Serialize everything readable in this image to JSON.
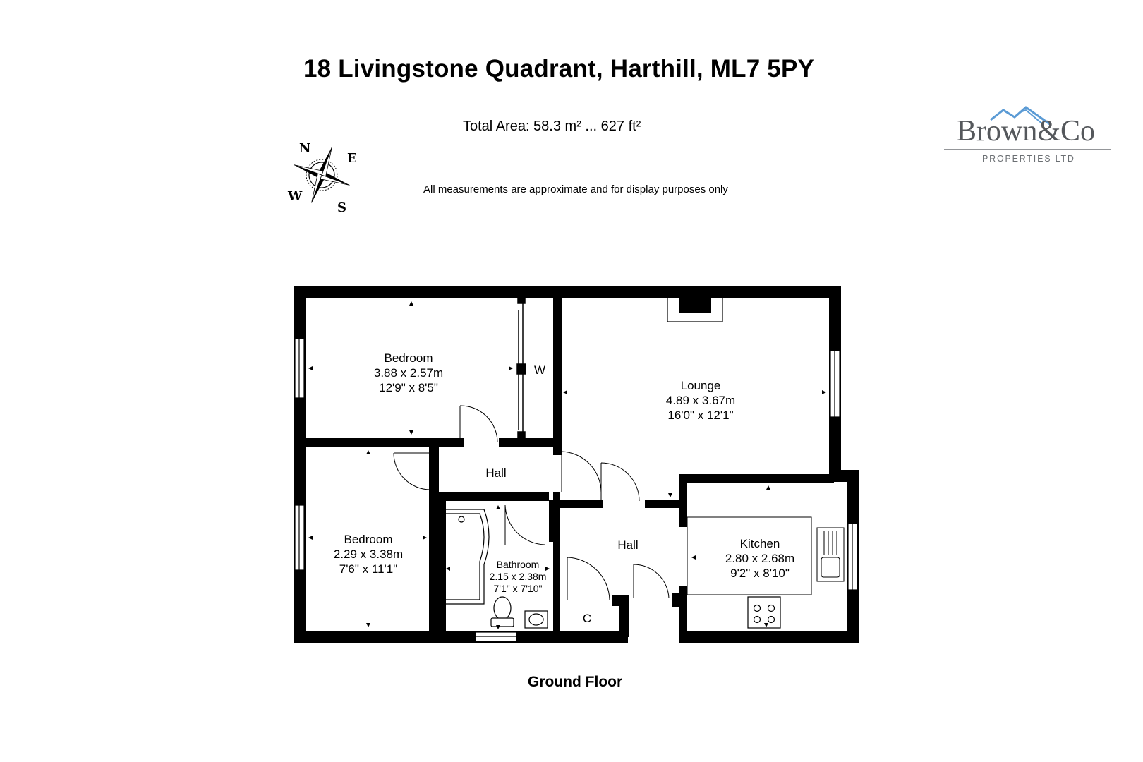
{
  "header": {
    "title": "18 Livingstone Quadrant, Harthill, ML7 5PY",
    "total_area": "Total Area: 58.3 m² ... 627 ft²",
    "disclaimer": "All measurements are approximate and for display purposes only"
  },
  "logo": {
    "name": "Brown&Co",
    "tagline": "PROPERTIES LTD",
    "roof_color": "#5b9bd5"
  },
  "compass": {
    "n": "N",
    "e": "E",
    "s": "S",
    "w": "W"
  },
  "rooms": {
    "bedroom1": {
      "name": "Bedroom",
      "metric": "3.88 x 2.57m",
      "imperial": "12'9\" x 8'5\""
    },
    "lounge": {
      "name": "Lounge",
      "metric": "4.89 x 3.67m",
      "imperial": "16'0\" x 12'1\""
    },
    "bedroom2": {
      "name": "Bedroom",
      "metric": "2.29 x 3.38m",
      "imperial": "7'6\" x 11'1\""
    },
    "bathroom": {
      "name": "Bathroom",
      "metric": "2.15 x 2.38m",
      "imperial": "7'1\" x 7'10\""
    },
    "kitchen": {
      "name": "Kitchen",
      "metric": "2.80 x 2.68m",
      "imperial": "9'2\" x 8'10\""
    },
    "hall_upper": {
      "name": "Hall"
    },
    "hall_lower": {
      "name": "Hall"
    },
    "cupboard": {
      "name": "C"
    },
    "wardrobe": {
      "name": "W"
    }
  },
  "footer": {
    "floor": "Ground Floor"
  },
  "colors": {
    "wall": "#000000",
    "background": "#ffffff"
  }
}
